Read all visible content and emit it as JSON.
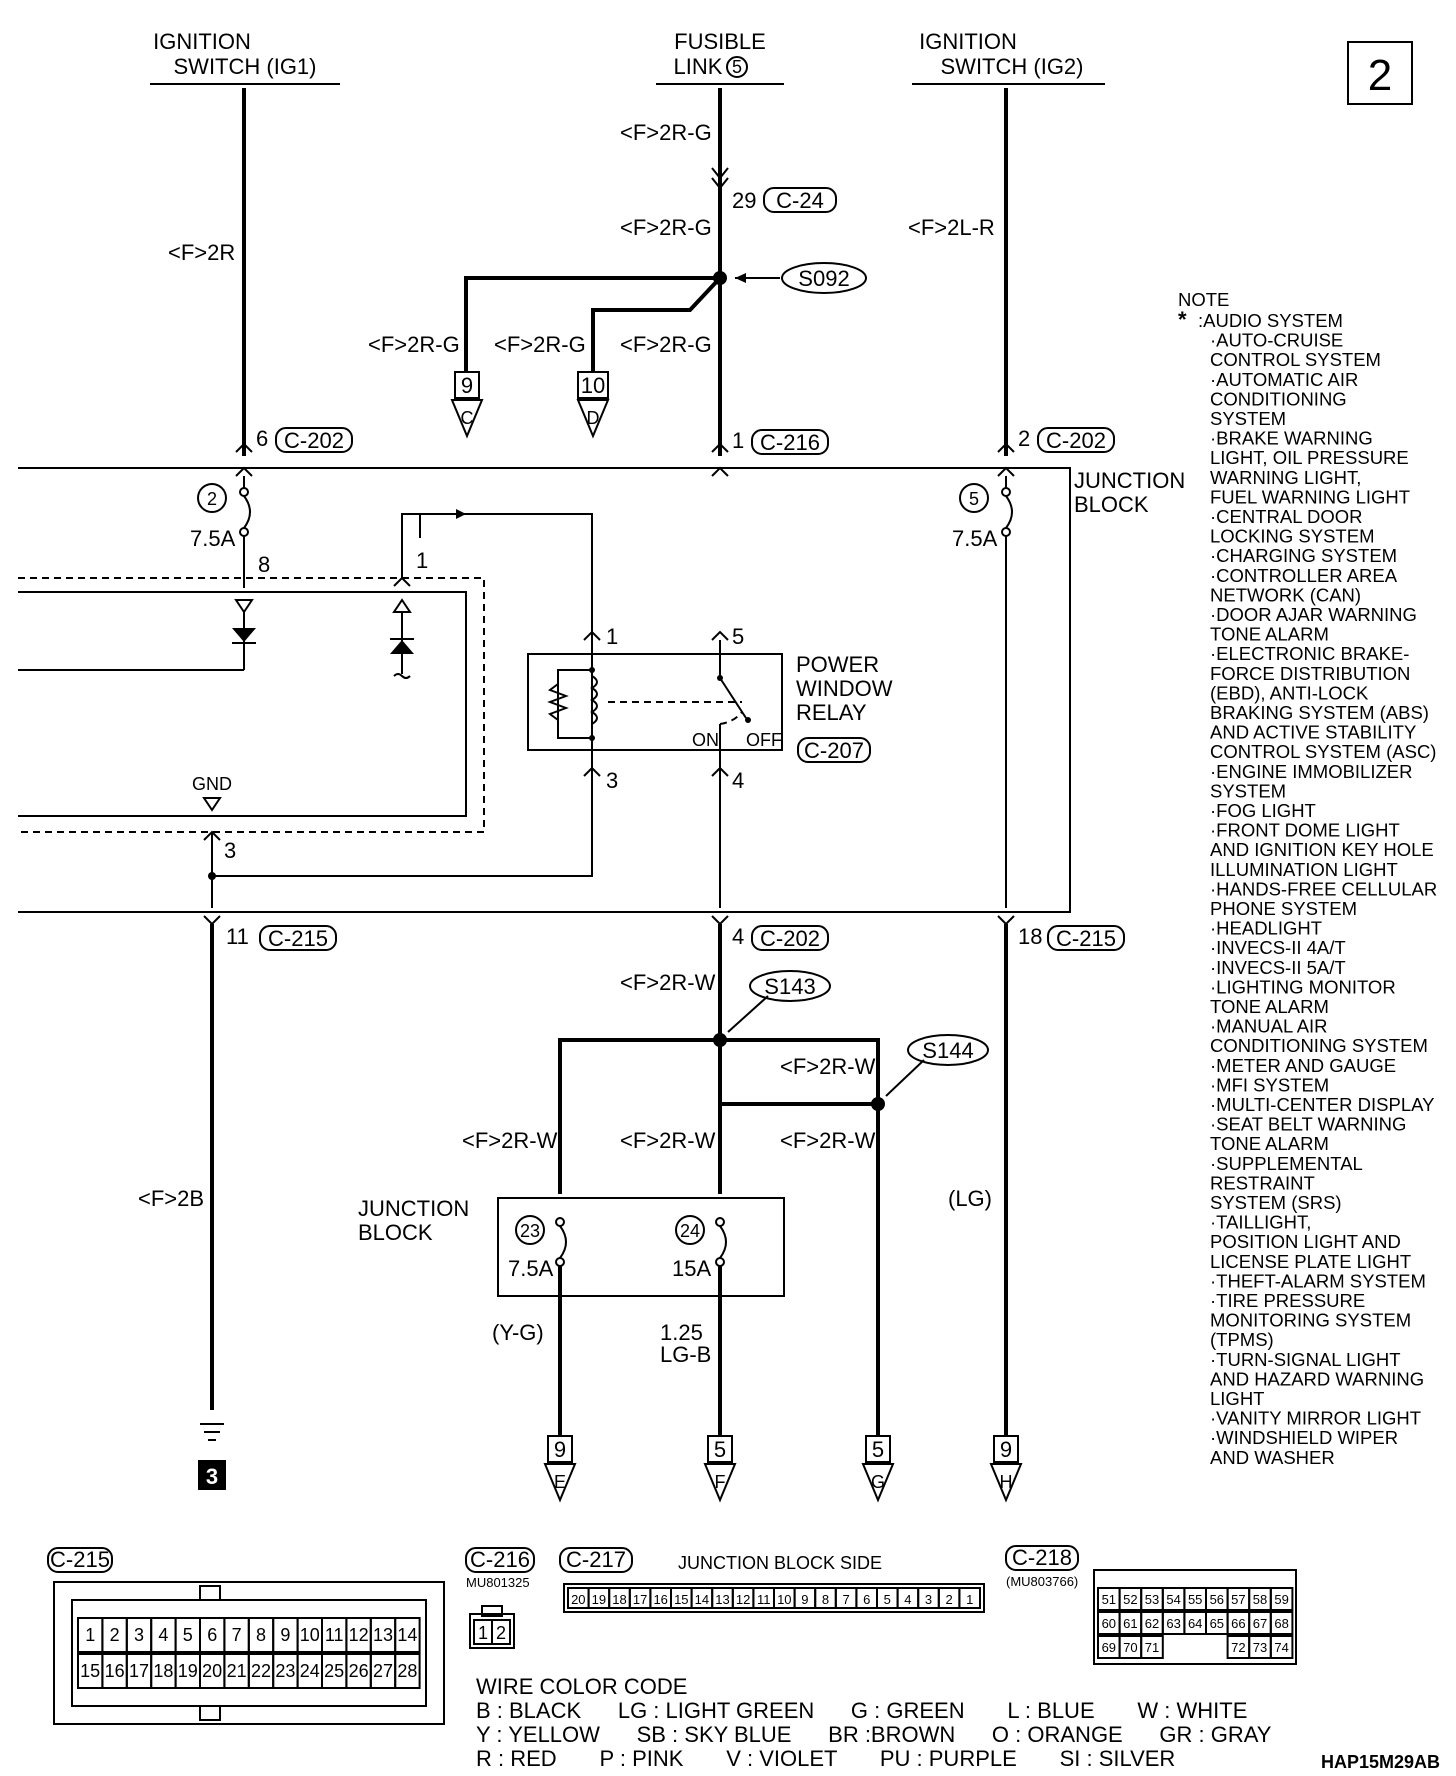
{
  "page_number": "2",
  "header": {
    "ig1_line1": "IGNITION",
    "ig1_line2": "SWITCH (IG1)",
    "fusible_line1": "FUSIBLE",
    "fusible_line2": "LINK",
    "fusible_num": "5",
    "ig2_line1": "IGNITION",
    "ig2_line2": "SWITCH (IG2)"
  },
  "wires": {
    "f2r": "<F>2R",
    "f2rg": "<F>2R-G",
    "f2lr": "<F>2L-R",
    "f2rw": "<F>2R-W",
    "f2b": "<F>2B",
    "lg": "(LG)",
    "yg": "(Y-G)",
    "size125": "1.25",
    "lgb": "LG-B"
  },
  "splices": {
    "s092": "S092",
    "s143": "S143",
    "s144": "S144"
  },
  "connectors": {
    "c24": "C-24",
    "c202": "C-202",
    "c216": "C-216",
    "c215": "C-215",
    "c207": "C-207",
    "c217": "C-217",
    "c218": "C-218"
  },
  "pins": {
    "p29": "29",
    "p6": "6",
    "p1": "1",
    "p2": "2",
    "p8": "8",
    "p1b": "1",
    "r1": "1",
    "r5": "5",
    "r3": "3",
    "r4": "4",
    "p3": "3",
    "p11": "11",
    "p4": "4",
    "p18": "18"
  },
  "fuses": {
    "f2": "2",
    "f2_amp": "7.5A",
    "f5": "5",
    "f5_amp": "7.5A",
    "f23": "23",
    "f23_amp": "7.5A",
    "f24": "24",
    "f24_amp": "15A"
  },
  "relay": {
    "line1": "POWER",
    "line2": "WINDOW",
    "line3": "RELAY",
    "on": "ON",
    "off": "OFF"
  },
  "junction_block": {
    "line1": "JUNCTION",
    "line2": "BLOCK"
  },
  "gnd_label": "GND",
  "terminals": {
    "c_num": "9",
    "c_letter": "C",
    "d_num": "10",
    "d_letter": "D",
    "e_num": "9",
    "e_letter": "E",
    "f_num": "5",
    "f_letter": "F",
    "g_num": "5",
    "g_letter": "G",
    "h_num": "9",
    "h_letter": "H"
  },
  "ground_ref": "3",
  "note": {
    "title": "NOTE",
    "star": "*",
    "items": [
      ":AUDIO SYSTEM",
      "·AUTO-CRUISE",
      "CONTROL SYSTEM",
      "·AUTOMATIC AIR",
      "CONDITIONING",
      "SYSTEM",
      "·BRAKE WARNING",
      "LIGHT, OIL PRESSURE",
      "WARNING LIGHT,",
      "FUEL WARNING LIGHT",
      "·CENTRAL DOOR",
      "LOCKING SYSTEM",
      "·CHARGING SYSTEM",
      "·CONTROLLER AREA",
      "NETWORK (CAN)",
      "·DOOR AJAR WARNING",
      "TONE ALARM",
      "·ELECTRONIC BRAKE-",
      "FORCE DISTRIBUTION",
      "(EBD), ANTI-LOCK",
      "BRAKING SYSTEM (ABS)",
      "AND ACTIVE STABILITY",
      "CONTROL SYSTEM (ASC)",
      "·ENGINE IMMOBILIZER",
      "SYSTEM",
      "·FOG LIGHT",
      "·FRONT DOME LIGHT",
      "AND IGNITION KEY HOLE",
      "ILLUMINATION LIGHT",
      "·HANDS-FREE CELLULAR",
      "PHONE SYSTEM",
      "·HEADLIGHT",
      "·INVECS-II 4A/T",
      "·INVECS-II 5A/T",
      "·LIGHTING MONITOR",
      "TONE ALARM",
      "·MANUAL AIR",
      "CONDITIONING SYSTEM",
      "·METER AND GAUGE",
      "·MFI SYSTEM",
      "·MULTI-CENTER DISPLAY",
      "·SEAT BELT WARNING",
      "TONE ALARM",
      "·SUPPLEMENTAL",
      "RESTRAINT",
      "SYSTEM (SRS)",
      "·TAILLIGHT,",
      "POSITION LIGHT AND",
      "LICENSE PLATE LIGHT",
      "·THEFT-ALARM SYSTEM",
      "·TIRE PRESSURE",
      "MONITORING SYSTEM",
      "(TPMS)",
      "·TURN-SIGNAL LIGHT",
      "AND HAZARD WARNING",
      "LIGHT",
      "·VANITY MIRROR LIGHT",
      "·WINDSHIELD WIPER",
      "AND WASHER"
    ]
  },
  "connector_views": {
    "c216_part": "MU801325",
    "c216_pins": [
      "1",
      "2"
    ],
    "c217_title": "JUNCTION BLOCK SIDE",
    "c217_pins": [
      "20",
      "19",
      "18",
      "17",
      "16",
      "15",
      "14",
      "13",
      "12",
      "11",
      "10",
      "9",
      "8",
      "7",
      "6",
      "5",
      "4",
      "3",
      "2",
      "1"
    ],
    "c218_part": "(MU803766)",
    "c218_row1": [
      "51",
      "52",
      "53",
      "54",
      "55",
      "56",
      "57",
      "58",
      "59"
    ],
    "c218_row2": [
      "60",
      "61",
      "62",
      "63",
      "64",
      "65",
      "66",
      "67",
      "68"
    ],
    "c218_row3": [
      "69",
      "70",
      "71",
      "",
      "",
      "",
      "72",
      "73",
      "74"
    ],
    "c215_row1": [
      "1",
      "2",
      "3",
      "4",
      "5",
      "6",
      "7",
      "8",
      "9",
      "10",
      "11",
      "12",
      "13",
      "14"
    ],
    "c215_row2": [
      "15",
      "16",
      "17",
      "18",
      "19",
      "20",
      "21",
      "22",
      "23",
      "24",
      "25",
      "26",
      "27",
      "28"
    ]
  },
  "wire_color_code": {
    "title": "WIRE COLOR CODE",
    "line1": "B : BLACK      LG : LIGHT GREEN      G : GREEN       L : BLUE       W : WHITE",
    "line2": "Y : YELLOW      SB : SKY BLUE      BR :BROWN      O : ORANGE      GR : GRAY",
    "line3": "R : RED       P : PINK       V : VIOLET       PU : PURPLE       SI : SILVER"
  },
  "doc_code": "HAP15M29AB"
}
